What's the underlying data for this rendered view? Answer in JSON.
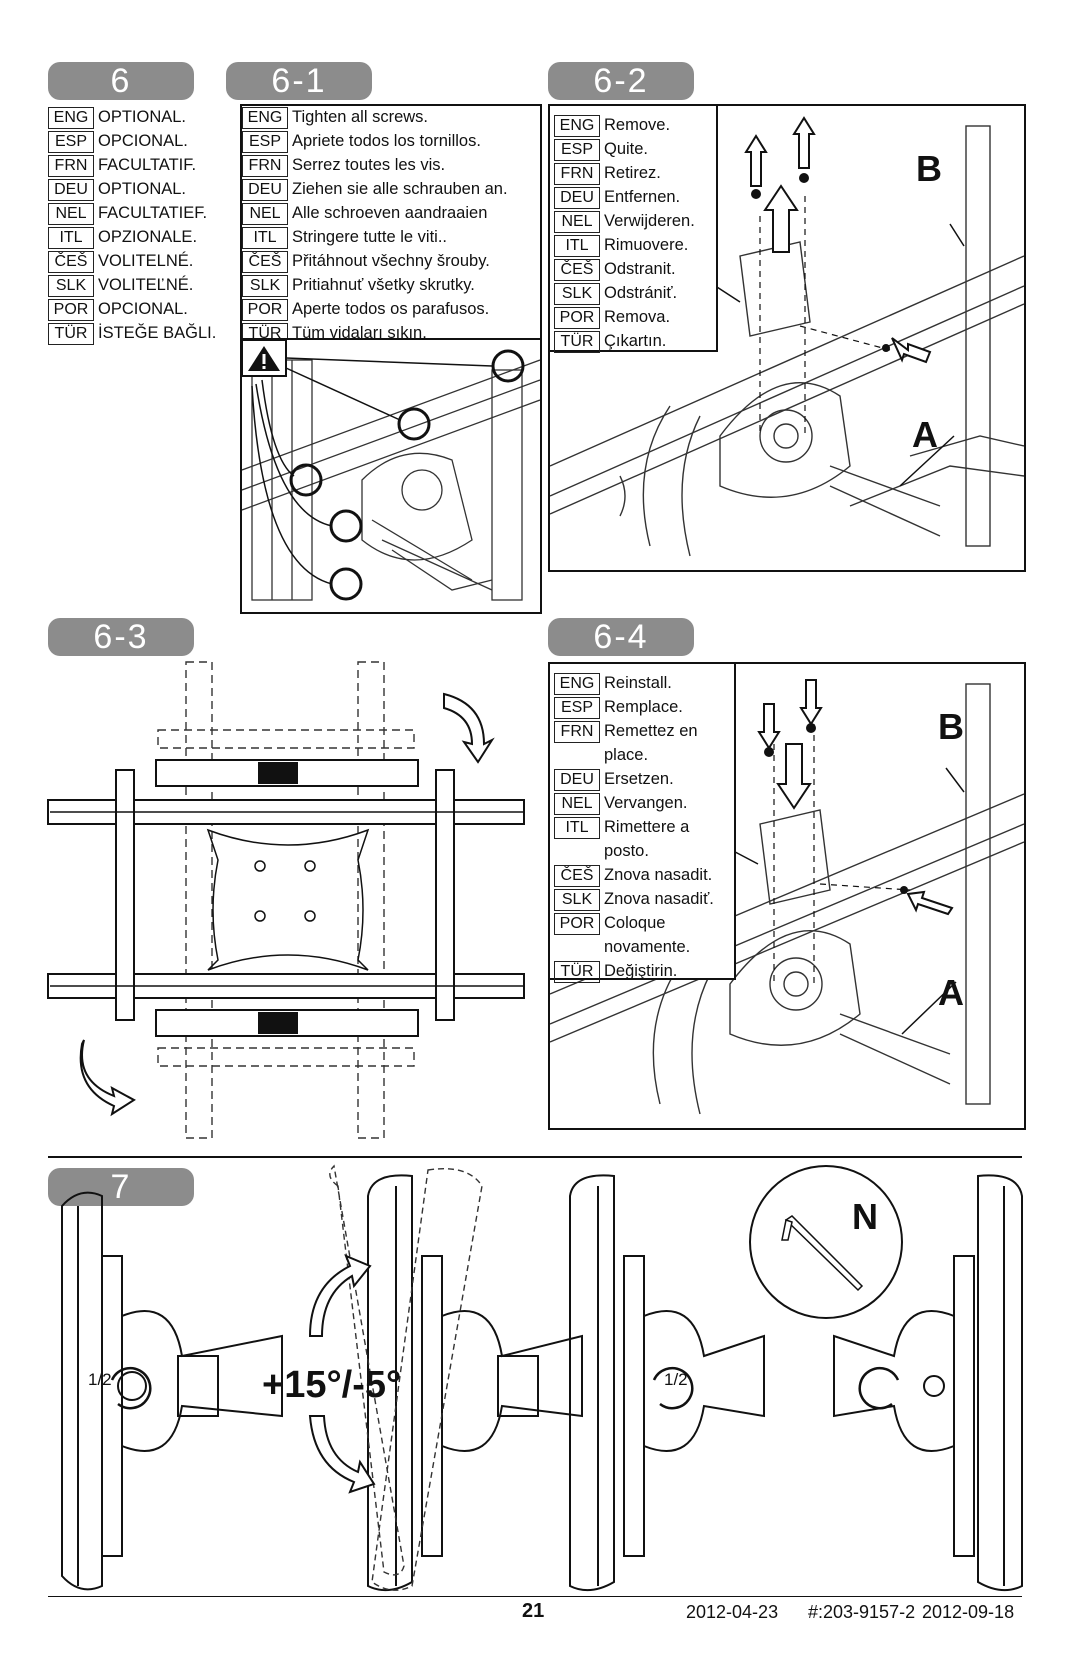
{
  "steps": {
    "s6": {
      "label": "6",
      "rows": [
        {
          "code": "ENG",
          "text": "OPTIONAL."
        },
        {
          "code": "ESP",
          "text": "OPCIONAL."
        },
        {
          "code": "FRN",
          "text": "FACULTATIF."
        },
        {
          "code": "DEU",
          "text": "OPTIONAL."
        },
        {
          "code": "NEL",
          "text": "FACULTATIEF."
        },
        {
          "code": "ITL",
          "text": "OPZIONALE."
        },
        {
          "code": "ČEŠ",
          "text": "VOLITELNÉ."
        },
        {
          "code": "SLK",
          "text": "VOLITEĽNÉ."
        },
        {
          "code": "POR",
          "text": "OPCIONAL."
        },
        {
          "code": "TÜR",
          "text": "İSTEĞE BAĞLI."
        }
      ]
    },
    "s6_1": {
      "label": "6-1",
      "rows": [
        {
          "code": "ENG",
          "text": "Tighten all screws."
        },
        {
          "code": "ESP",
          "text": "Apriete todos los tornillos."
        },
        {
          "code": "FRN",
          "text": "Serrez toutes les vis."
        },
        {
          "code": "DEU",
          "text": "Ziehen sie alle schrauben an."
        },
        {
          "code": "NEL",
          "text": "Alle schroeven aandraaien"
        },
        {
          "code": "ITL",
          "text": "Stringere tutte le viti.."
        },
        {
          "code": "ČEŠ",
          "text": "Přitáhnout všechny šrouby."
        },
        {
          "code": "SLK",
          "text": "Pritiahnuť všetky skrutky."
        },
        {
          "code": "POR",
          "text": "Aperte todos os parafusos."
        },
        {
          "code": "TÜR",
          "text": "Tüm vidaları sıkın."
        }
      ]
    },
    "s6_2": {
      "label": "6-2",
      "rows": [
        {
          "code": "ENG",
          "text": "Remove."
        },
        {
          "code": "ESP",
          "text": "Quite."
        },
        {
          "code": "FRN",
          "text": "Retirez."
        },
        {
          "code": "DEU",
          "text": "Entfernen."
        },
        {
          "code": "NEL",
          "text": "Verwijderen."
        },
        {
          "code": "ITL",
          "text": "Rimuovere."
        },
        {
          "code": "ČEŠ",
          "text": "Odstranit."
        },
        {
          "code": "SLK",
          "text": "Odstrániť."
        },
        {
          "code": "POR",
          "text": "Remova."
        },
        {
          "code": "TÜR",
          "text": "Çıkartın."
        }
      ],
      "callout_b": "B",
      "callout_a": "A"
    },
    "s6_3": {
      "label": "6-3"
    },
    "s6_4": {
      "label": "6-4",
      "rows": [
        {
          "code": "ENG",
          "text": "Reinstall."
        },
        {
          "code": "ESP",
          "text": "Remplace."
        },
        {
          "code": "FRN",
          "text": "Remettez en"
        },
        {
          "code": "",
          "text": "place."
        },
        {
          "code": "DEU",
          "text": "Ersetzen."
        },
        {
          "code": "NEL",
          "text": "Vervangen."
        },
        {
          "code": "ITL",
          "text": "Rimettere a"
        },
        {
          "code": "",
          "text": "posto."
        },
        {
          "code": "ČEŠ",
          "text": "Znova nasadit."
        },
        {
          "code": "SLK",
          "text": "Znova nasadiť."
        },
        {
          "code": "POR",
          "text": "Coloque"
        },
        {
          "code": "",
          "text": "novamente."
        },
        {
          "code": "TÜR",
          "text": "Değiştirin."
        }
      ],
      "callout_b": "B",
      "callout_a": "A"
    },
    "s7": {
      "label": "7",
      "half_left": "1/2",
      "half_right": "1/2",
      "tilt": "+15°/-5°",
      "tool": "N"
    }
  },
  "footer": {
    "page": "21",
    "date1": "2012-04-23",
    "doc": "#:203-9157-2",
    "date2": "2012-09-18"
  }
}
